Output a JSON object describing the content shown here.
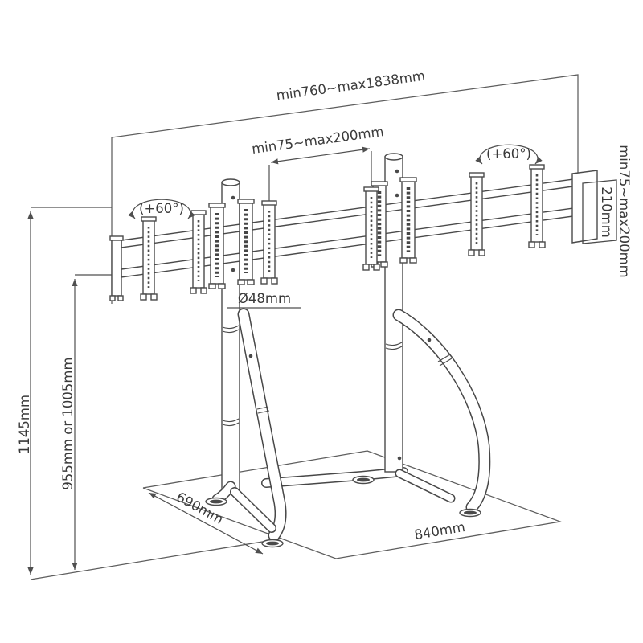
{
  "canvas": {
    "background": "#ffffff",
    "line_color": "#4a4a4a",
    "text_color": "#3a3a3a"
  },
  "diagram": {
    "kind": "technical dimension line drawing",
    "subject": "triple monitor floor stand with adjustable VESA mounting rail",
    "labels": {
      "total_width": "min760~max1838mm",
      "vesa_width": "min75~max200mm",
      "swivel_left": "(+60°)",
      "swivel_right": "(+60°)",
      "vesa_height": "min75~max200mm",
      "plate_height": "210mm",
      "pole_diameter": "Ø48mm",
      "overall_height": "1145mm",
      "pole_height": "955mm or 1005mm",
      "base_depth": "690mm",
      "base_width": "840mm"
    }
  }
}
